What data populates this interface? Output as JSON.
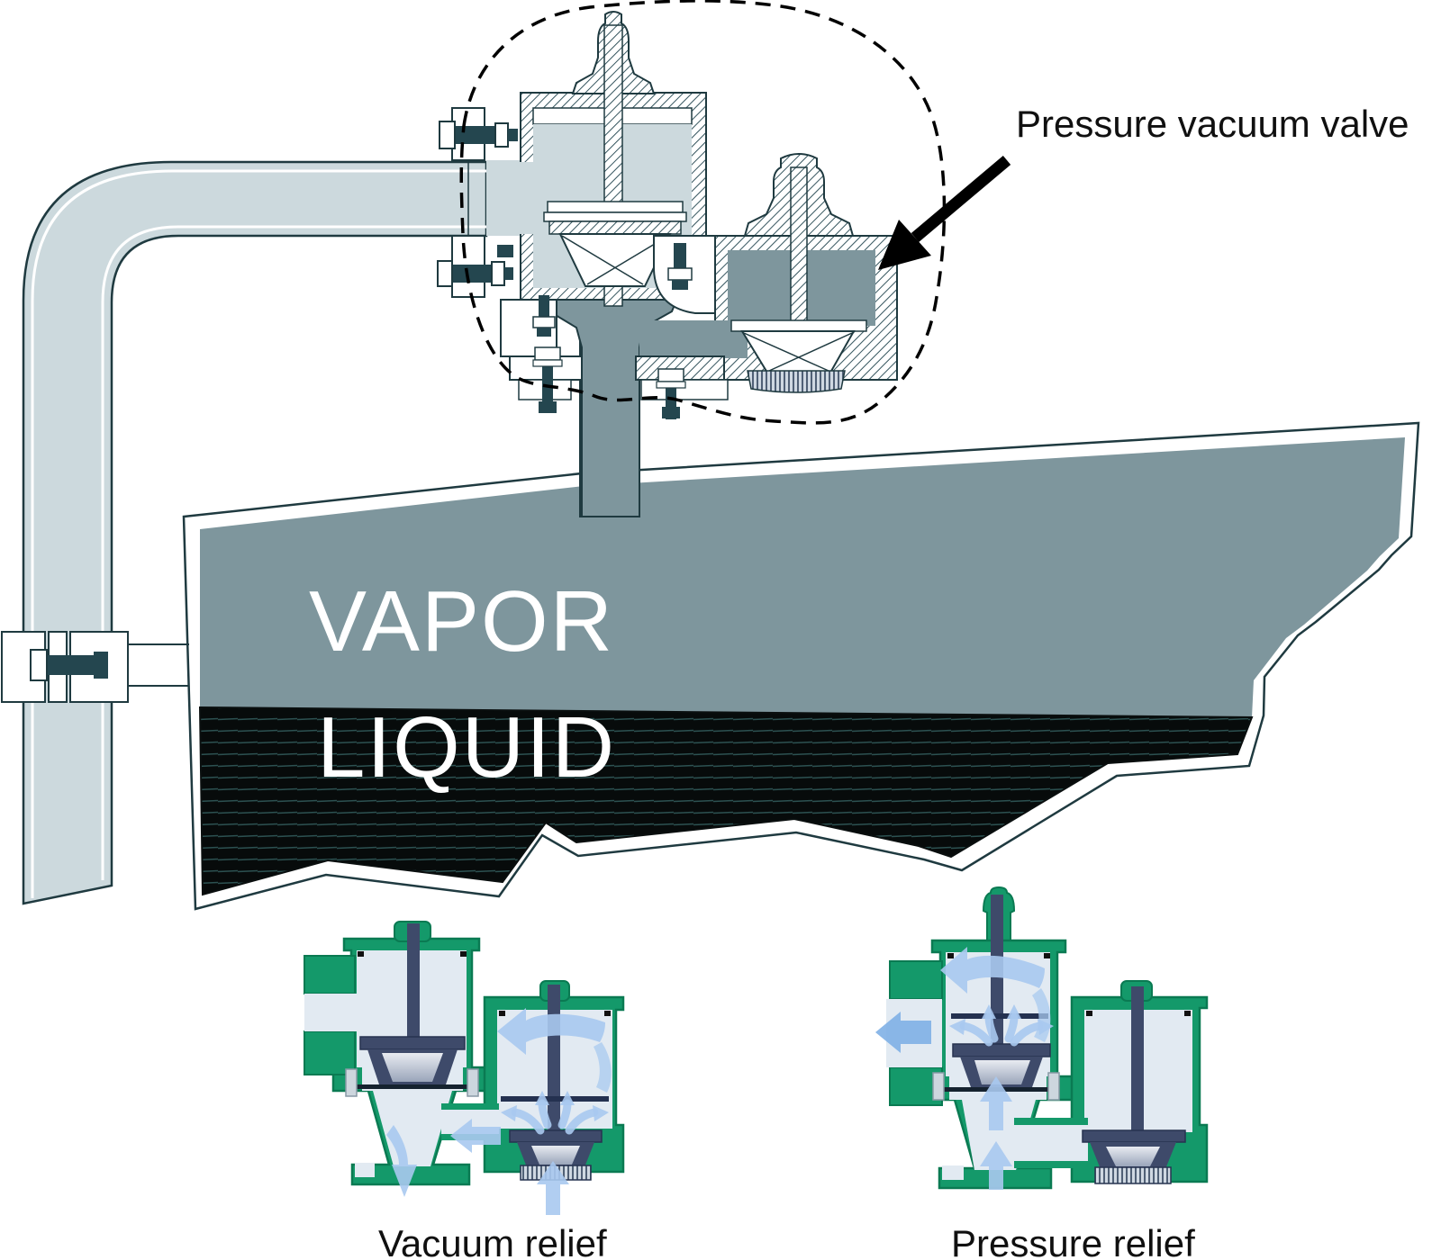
{
  "labels": {
    "callout": "Pressure vacuum valve",
    "vapor": "VAPOR",
    "liquid": "LIQUID",
    "vacuum_relief": "Vacuum relief",
    "pressure_relief": "Pressure relief"
  },
  "colors": {
    "outline": "#1f3a40",
    "pipe": "#ccd9dd",
    "vapor": "#7e969d",
    "liquid_bg": "#070b0b",
    "liquid_line": "#2c5151",
    "bolt": "#24464f",
    "hatch": "#35555e",
    "green": "#14996a",
    "green_dark": "#0a7a52",
    "mini_body": "#e2eaf2",
    "navy": "#3e4a6a",
    "navy_dark": "#273350",
    "metal": "#b7bfcf",
    "arrow": "#a8c9ef",
    "arrow_dark": "#7fb0e5",
    "text": "#101010",
    "white": "#ffffff"
  }
}
